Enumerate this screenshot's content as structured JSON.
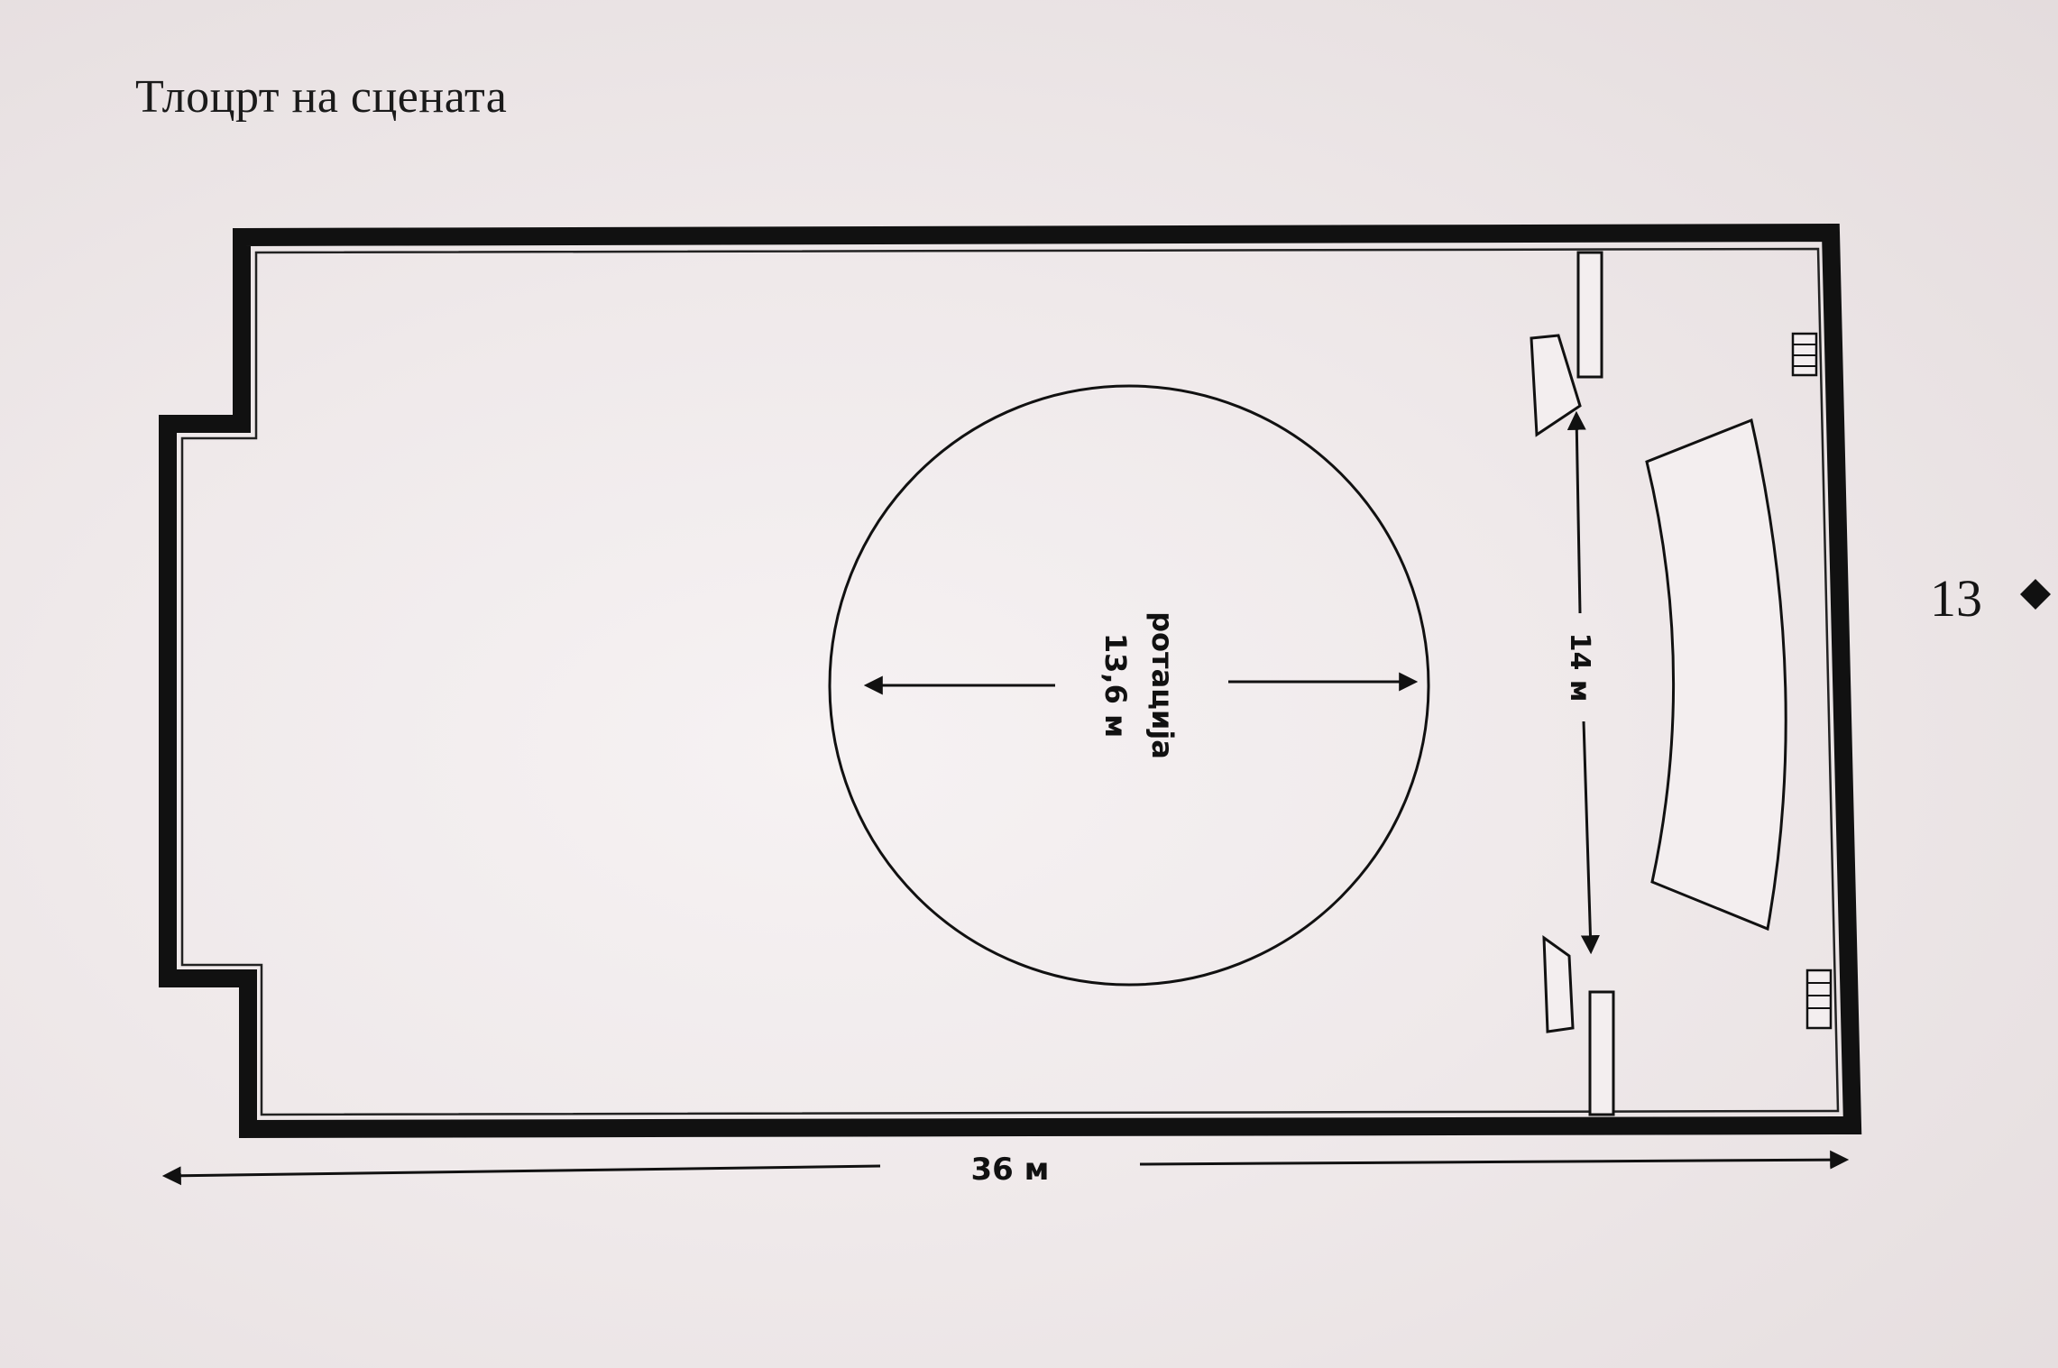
{
  "heading": "Тлоцрт на сцената",
  "page_number": "13",
  "page_marker_icon": "diamond-icon",
  "diagram": {
    "stage_length_label": "36 м",
    "stage_width_label": "14 м",
    "rotation_label": "ротација",
    "rotation_diameter_label": "13,6 м"
  }
}
